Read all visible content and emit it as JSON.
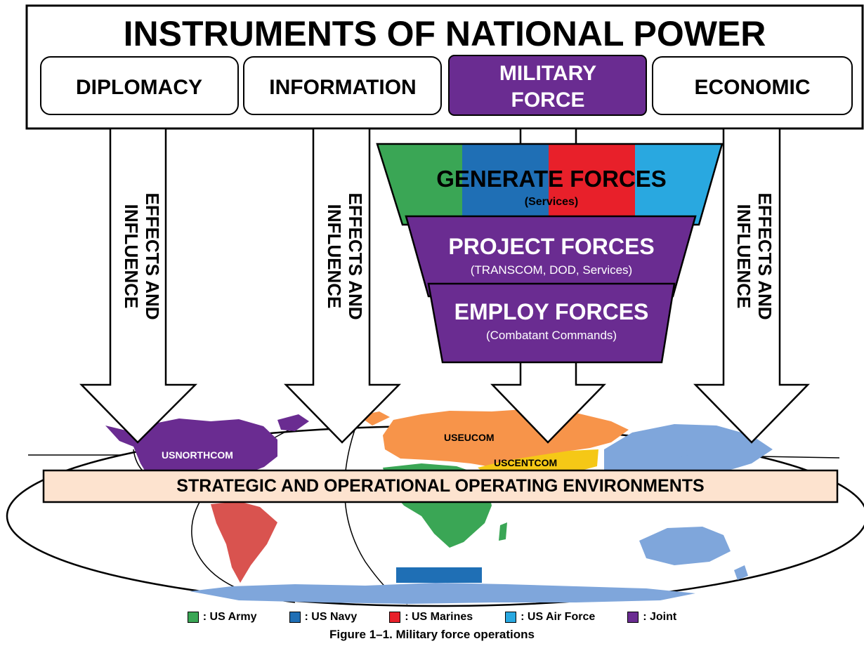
{
  "title": "INSTRUMENTS OF NATIONAL POWER",
  "instruments": [
    {
      "label": "DIPLOMACY",
      "color": "#ffffff"
    },
    {
      "label": "INFORMATION",
      "color": "#ffffff"
    },
    {
      "label_line1": "MILITARY",
      "label_line2": "FORCE",
      "color": "#6a2c91"
    },
    {
      "label": "ECONOMIC",
      "color": "#ffffff"
    }
  ],
  "arrow_label_line1": "EFFECTS AND",
  "arrow_label_line2": "INFLUENCE",
  "funnel": [
    {
      "title": "GENERATE FORCES",
      "subtitle": "(Services)"
    },
    {
      "title": "PROJECT FORCES",
      "subtitle": "(TRANSCOM, DOD, Services)"
    },
    {
      "title": "EMPLOY FORCES",
      "subtitle": "(Combatant Commands)"
    }
  ],
  "map_labels": {
    "north": "USNORTHCOM",
    "europe": "USEUCOM",
    "central": "USCENTCOM"
  },
  "environment_banner": "STRATEGIC AND OPERATIONAL OPERATING ENVIRONMENTS",
  "legend": [
    {
      "label": ": US Army",
      "color": "#3aa655"
    },
    {
      "label": ": US Navy",
      "color": "#1f6fb5"
    },
    {
      "label": ": US Marines",
      "color": "#e8202a"
    },
    {
      "label": ": US Air Force",
      "color": "#29a8e0"
    },
    {
      "label": ": Joint",
      "color": "#6a2c91"
    }
  ],
  "caption": "Figure 1–1.  Military force operations",
  "colors": {
    "joint": "#6a2c91",
    "eucom": "#f7944a",
    "centcom": "#f5c816",
    "southcom": "#d9534f",
    "africa": "#3aa655",
    "pacific": "#7fa6db",
    "banner": "#fde3cf"
  }
}
